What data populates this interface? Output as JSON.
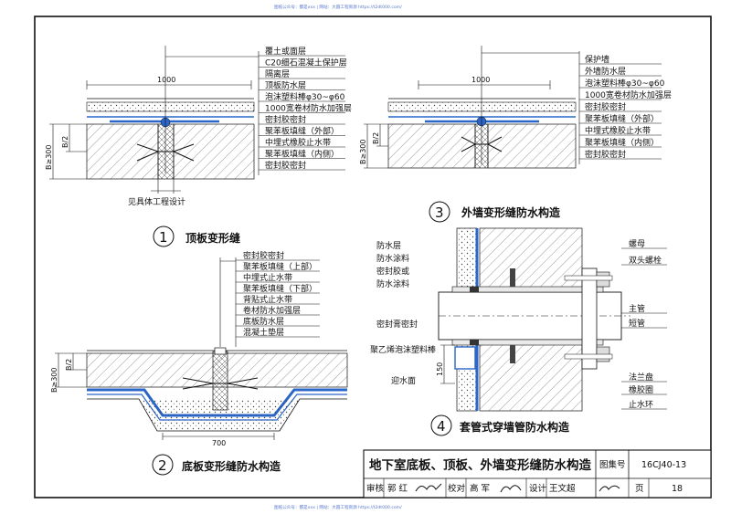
{
  "watermark_top": "图纸公众号：都是xxx  |  网站：大圆工程资源 https://t2dt000.com/",
  "watermark_bottom": "图纸公众号：都是xxx  |  网站：大圆工程资源 https://t2dt000.com/",
  "d1": {
    "number": "1",
    "caption": "顶板变形缝",
    "dim_width": "1000",
    "dim_b2": "B/2",
    "dim_b": "B≥300",
    "labels": [
      "覆土或面层",
      "C20细石混凝土保护层",
      "隔离层",
      "顶板防水层",
      "泡沫塑料棒φ30~φ60",
      "1000宽卷材防水加强层",
      "密封胶密封",
      "聚苯板填缝（外部）",
      "中埋式橡胶止水带",
      "聚苯板填缝（内侧）",
      "密封胶密封"
    ],
    "note": "见具体工程设计"
  },
  "d2": {
    "number": "2",
    "caption": "底板变形缝防水构造",
    "dim_width": "700",
    "dim_b2": "B/2",
    "dim_b": "B≥300",
    "labels": [
      "密封胶密封",
      "聚苯板填缝（上部）",
      "中埋式止水带",
      "聚苯板填缝（下部）",
      "背贴式止水带",
      "卷材防水加强层",
      "底板防水层",
      "混凝土垫层"
    ]
  },
  "d3": {
    "number": "3",
    "caption": "外墙变形缝防水构造",
    "dim_width": "1000",
    "dim_b2": "B/2",
    "dim_b": "B≥300",
    "labels": [
      "保护墙",
      "外墙防水层",
      "泡沫塑料棒φ30~φ60",
      "1000宽卷材防水加强层",
      "密封胶密封",
      "聚苯板填缝（外部）",
      "中埋式橡胶止水带",
      "聚苯板填缝（内侧）",
      "密封胶密封"
    ]
  },
  "d4": {
    "number": "4",
    "caption": "套管式穿墙管防水构造",
    "labels_left": [
      "防水层",
      "防水涂料",
      "密封胶或",
      "防水涂料",
      "密封膏密封",
      "聚乙烯泡沫塑料棒",
      "迎水面"
    ],
    "labels_right": [
      "螺母",
      "双头螺栓",
      "主管",
      "短管",
      "法兰盘",
      "橡胶圈",
      "止水环"
    ],
    "dim_150": "150"
  },
  "title_block": {
    "title": "地下室底板、顶板、外墙变形缝防水构造",
    "atlas_label": "图集号",
    "atlas_no": "16CJ40-13",
    "review_label": "审核",
    "reviewer": "郭 红",
    "check_label": "校对",
    "checker": "高 军",
    "design_label": "设计",
    "designer": "王文超",
    "page_label": "页",
    "page_no": "18"
  },
  "colors": {
    "line": "#111111",
    "waterproof": "#2a66c8",
    "concrete_fill": "#f4f4f4",
    "insulation": "#e9e9e9"
  }
}
